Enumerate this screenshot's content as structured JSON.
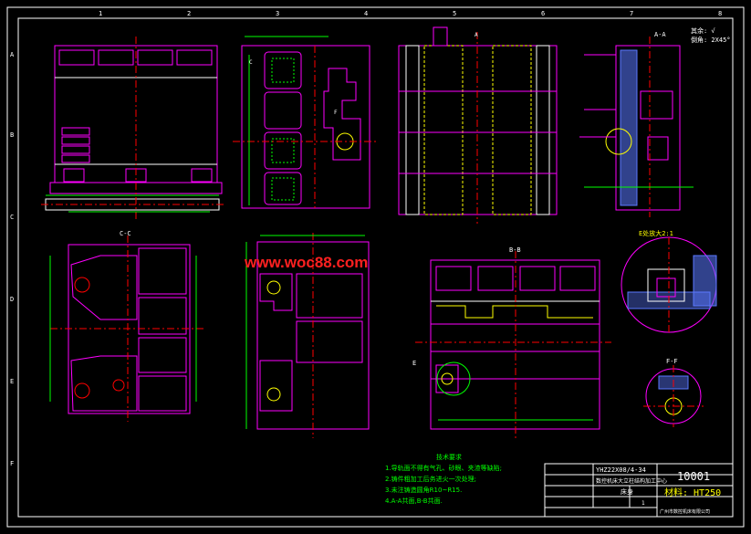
{
  "colors": {
    "background": "#000000",
    "frame": "#ffffff",
    "outline": "#ff00ff",
    "centerline": "#ff0000",
    "dimension": "#00ff00",
    "detail": "#ffff00",
    "hatch": "#5a78ff",
    "watermark": "#ff2020",
    "text_white": "#ffffff"
  },
  "border_labels": {
    "top": [
      "1",
      "2",
      "3",
      "4",
      "5",
      "6",
      "7",
      "8"
    ],
    "left": [
      "A",
      "B",
      "C",
      "D",
      "E",
      "F"
    ]
  },
  "corner_note": {
    "line1": "其余: √",
    "line2": "倒角: 2X45°"
  },
  "section_labels": {
    "aa": "A-A",
    "cc": "C-C",
    "bb": "B-B",
    "detail_e": "E处放大2:1",
    "ff": "F-F",
    "mark_a": "A",
    "mark_c": "C",
    "mark_f": "F",
    "mark_e": "E"
  },
  "watermark": "www.woc88.com",
  "tech_requirements": {
    "title": "技术要求",
    "items": [
      "1.导轨面不得有气孔、砂眼、夹渣等缺陷;",
      "2.铸件粗加工后务进火一次处理;",
      "3.未注铸造圆角R10~R15.",
      "4.A-A共面,B-B共面."
    ]
  },
  "title_block": {
    "drawing_code": "YHZ22X08/4-34",
    "part_name": "数控机床大立柱结构加工中心",
    "subtitle": "床身",
    "drawing_number": "10001",
    "material": "材料: HT250",
    "company": "广州市数控机床有限公司",
    "quantity": "1"
  }
}
